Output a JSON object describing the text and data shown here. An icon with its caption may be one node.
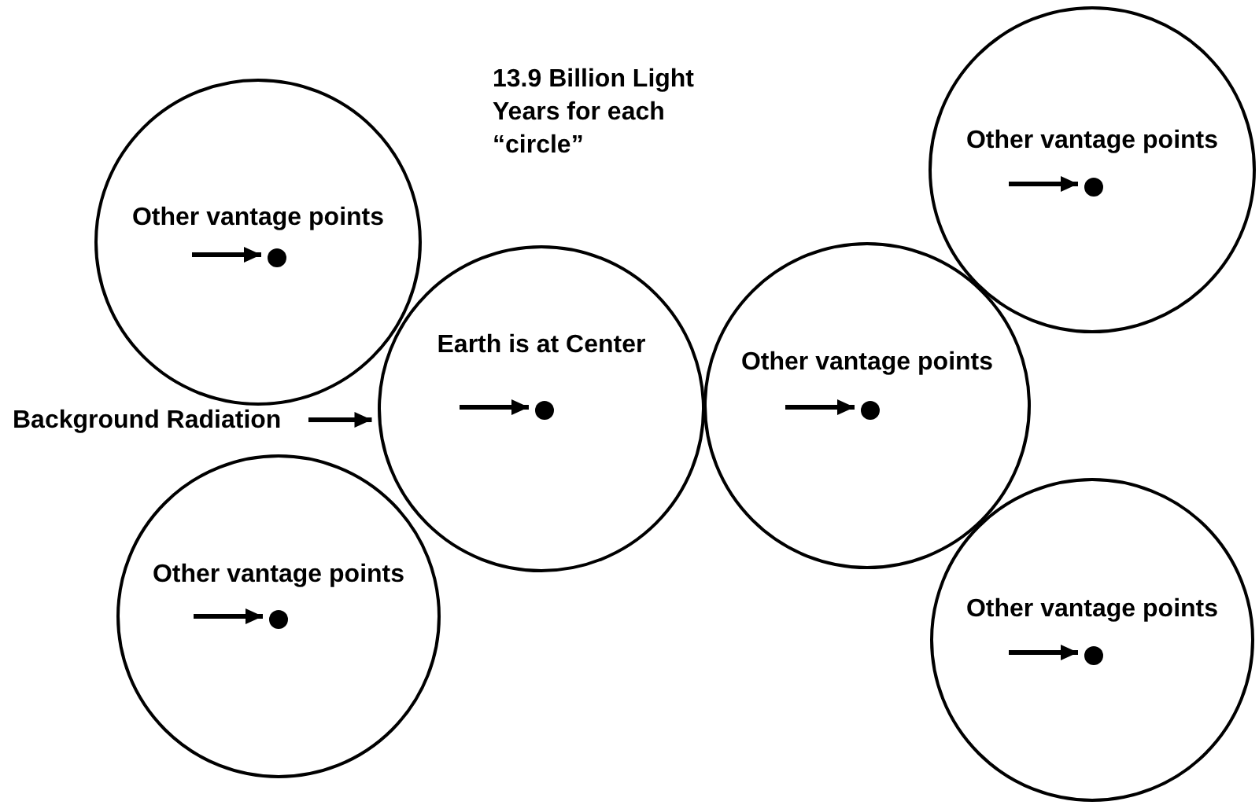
{
  "diagram": {
    "nodes": [
      {
        "text": [
          "Other vantage points"
        ]
      },
      {
        "text": [],
        "shape": "circle",
        "in": 0
      },
      {
        "text": [
          "Other vantage points"
        ]
      },
      {
        "text": [],
        "shape": "circle",
        "in": 2
      },
      {
        "text": [
          "Background Radiation"
        ]
      },
      {
        "text": [
          "Earth is at Center"
        ]
      },
      {
        "text": [],
        "shape": "circle",
        "in": 5
      },
      {
        "text": [
          "Other vantage points"
        ]
      },
      {
        "text": [],
        "shape": "circle",
        "in": 7
      },
      {
        "text": [
          "Other vantage points"
        ]
      },
      {
        "text": [],
        "shape": "circle",
        "in": 9
      },
      {
        "text": [
          "Other vantage points"
        ]
      },
      {
        "text": [],
        "shape": "circle",
        "in": 11
      }
    ],
    "edges": [
      {
        "from": null,
        "to": 1,
        "arrow": "to"
      },
      {
        "from": null,
        "to": 3,
        "arrow": "to"
      },
      {
        "from": 4,
        "to": 5,
        "arrow": "to"
      },
      {
        "from": null,
        "to": 6,
        "arrow": "to"
      },
      {
        "from": null,
        "to": 8,
        "arrow": "to"
      },
      {
        "from": null,
        "to": 10,
        "arrow": "to"
      },
      {
        "from": null,
        "to": 12,
        "arrow": "to"
      }
    ],
    "labels": [
      "13.9 Billion Light Years for each “circle”"
    ]
  }
}
